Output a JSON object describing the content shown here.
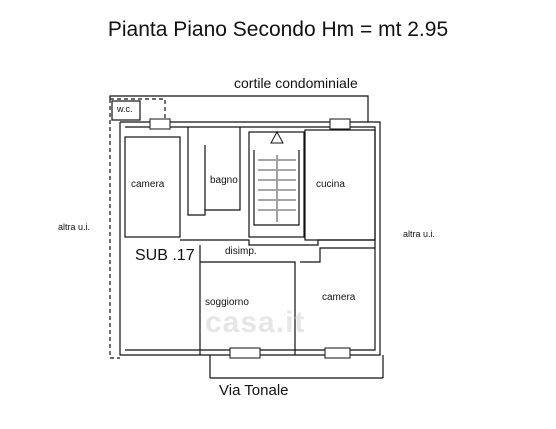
{
  "title": "Pianta Piano Secondo Hm = mt 2.95",
  "labels": {
    "courtyard": "cortile condominiale",
    "wc": "w.c.",
    "camera_left": "camera",
    "bagno": "bagno",
    "cucina": "cucina",
    "altra_left": "altra u.i.",
    "altra_right": "altra u.i.",
    "sub": "SUB .17",
    "disimp": "disimp.",
    "soggiorno": "soggiorno",
    "camera_right": "camera",
    "street": "Via Tonale"
  },
  "watermark": "casa.it",
  "colors": {
    "wall": "#111111",
    "background": "#ffffff",
    "watermark": "#c8c8c8"
  }
}
